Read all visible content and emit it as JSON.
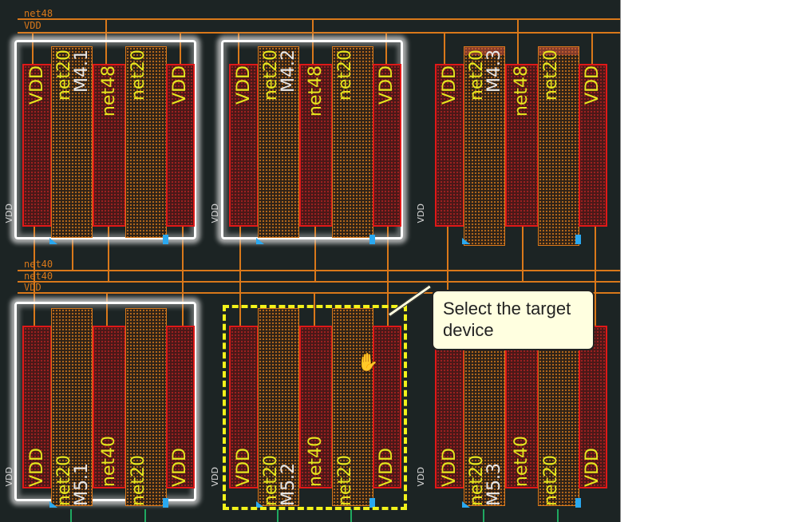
{
  "canvas": {
    "background": "#1c2424",
    "wire_color": "#d9781a",
    "diffusion_color": "#e01818",
    "selection_dash_color": "#f2f21a",
    "pin_color": "#2aa8f0"
  },
  "top_rails": [
    "net48",
    "VDD"
  ],
  "middle_rails": [
    "net40",
    "net40",
    "VDD"
  ],
  "side_labels": [
    "VDD",
    "VDD",
    "VDD",
    "VDD",
    "VDD",
    "VDD"
  ],
  "devices": [
    {
      "name": "M4.1",
      "fingers": [
        "VDD",
        "net20",
        "net48",
        "net20",
        "VDD"
      ],
      "state": "highlighted"
    },
    {
      "name": "M4.2",
      "fingers": [
        "VDD",
        "net20",
        "net48",
        "net20",
        "VDD"
      ],
      "state": "highlighted"
    },
    {
      "name": "M4.3",
      "fingers": [
        "VDD",
        "net20",
        "net48",
        "net20",
        "VDD"
      ],
      "state": "normal"
    },
    {
      "name": "M5.1",
      "fingers": [
        "VDD",
        "net20",
        "net40",
        "net20",
        "VDD"
      ],
      "state": "highlighted"
    },
    {
      "name": "M5.2",
      "fingers": [
        "VDD",
        "net20",
        "net40",
        "net20",
        "VDD"
      ],
      "state": "hover-selected"
    },
    {
      "name": "M5.3",
      "fingers": [
        "VDD",
        "net20",
        "net40",
        "net20",
        "VDD"
      ],
      "state": "normal"
    }
  ],
  "callout": {
    "text": "Select the target device"
  },
  "cursor": {
    "icon": "hand-pointer-icon"
  }
}
